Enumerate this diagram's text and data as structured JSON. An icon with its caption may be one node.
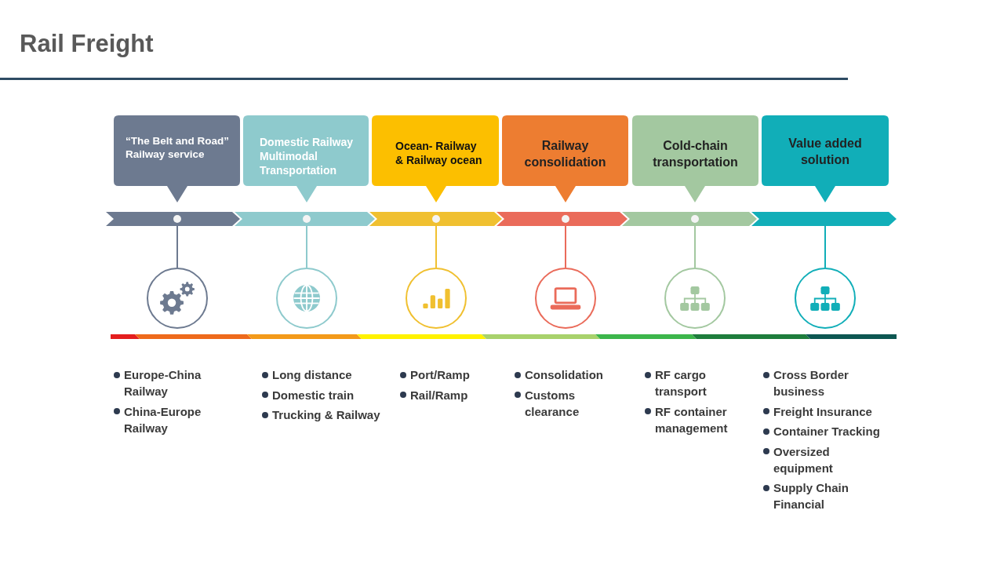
{
  "diagram": {
    "title": "Rail Freight",
    "nodes": [
      {
        "text": [
          "“The Belt and Road” Railway service"
        ]
      },
      {
        "text": [
          "Domestic Railway Multimodal Transportation"
        ]
      },
      {
        "text": [
          "Ocean- Railway & Railway ocean"
        ]
      },
      {
        "text": [
          "Railway consolidation"
        ]
      },
      {
        "text": [
          "Cold-chain transportation"
        ]
      },
      {
        "text": [
          "Value added solution"
        ]
      },
      {
        "text": [],
        "shape": "chevron"
      },
      {
        "text": [],
        "shape": "chevron"
      },
      {
        "text": [],
        "shape": "chevron"
      },
      {
        "text": [],
        "shape": "chevron"
      },
      {
        "text": [],
        "shape": "chevron"
      },
      {
        "text": [],
        "shape": "chevron"
      },
      {
        "text": [],
        "shape": "circle"
      },
      {
        "text": [],
        "shape": "circle"
      },
      {
        "text": [],
        "shape": "circle"
      },
      {
        "text": [],
        "shape": "circle"
      },
      {
        "text": [],
        "shape": "circle"
      },
      {
        "text": [],
        "shape": "circle"
      }
    ],
    "edges": [
      {
        "from": 6,
        "to": 12,
        "arrow": "none",
        "color": "#6d7a90"
      },
      {
        "from": 7,
        "to": 13,
        "arrow": "none",
        "color": "#8ecacd"
      },
      {
        "from": 8,
        "to": 14,
        "arrow": "none",
        "color": "#f0c030"
      },
      {
        "from": 9,
        "to": 15,
        "arrow": "none",
        "color": "#ea6b5a"
      },
      {
        "from": 10,
        "to": 16,
        "arrow": "none",
        "color": "#a3c8a0"
      },
      {
        "from": 11,
        "to": 17,
        "arrow": "none",
        "color": "#11aeb8"
      }
    ],
    "labels": [
      "Europe-China Railway",
      "China-Europe Railway",
      "Long distance",
      "Domestic train",
      "Trucking & Railway",
      "Port/Ramp",
      "Rail/Ramp",
      "Consolidation",
      "Customs clearance",
      "RF cargo transport",
      "RF container management",
      "Cross Border business",
      "Freight Insurance",
      "Container Tracking",
      "Oversized equipment",
      "Supply Chain Financial"
    ]
  }
}
